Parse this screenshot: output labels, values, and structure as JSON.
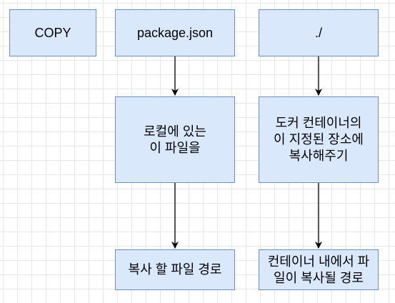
{
  "nodes": {
    "copy": "COPY",
    "source": "package.json",
    "dest": "./",
    "source_desc": "로컬에 있는\n이 파일을",
    "dest_desc": "도커 컨테이너의\n이 지정된 장소에\n복사해주기",
    "source_path": "복사 할 파일 경로",
    "dest_path": "컨테이너 내에서 파\n일이 복사될 경로"
  },
  "colors": {
    "node_fill": "#dae8fc",
    "node_stroke": "#6c8ebf",
    "edge": "#000000",
    "grid": "#e6e6e6"
  }
}
